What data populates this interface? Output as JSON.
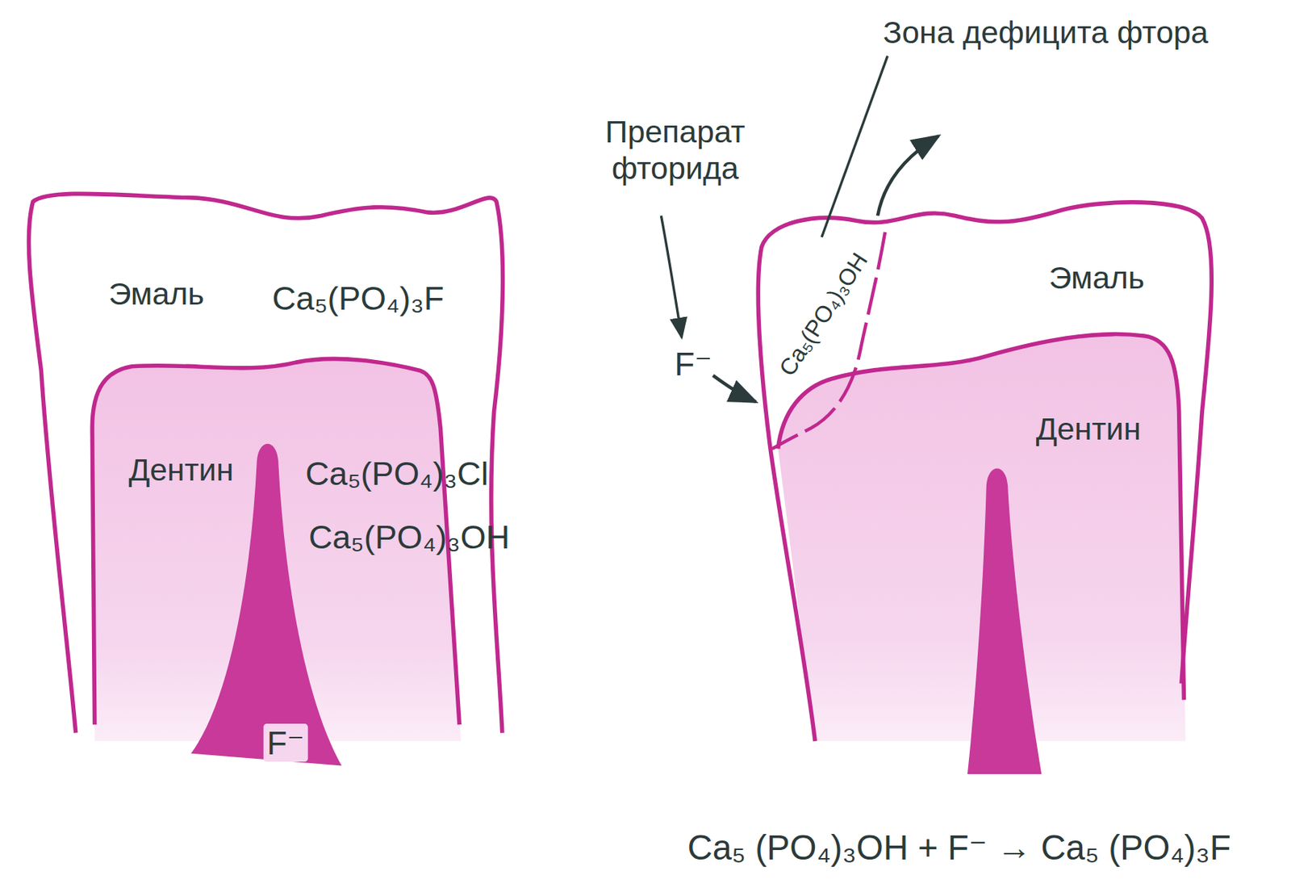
{
  "diagram": {
    "labels": [
      "Эмаль",
      "Ca₅(PO₄)₃F",
      "Дентин",
      "Ca₅(PO₄)₃Cl",
      "Ca₅(PO₄)₃OH",
      "F⁻",
      "Зона дефицита фтора",
      "Препарат фторида",
      "F⁻",
      "Ca₅(PO₄)₃OH",
      "Эмаль",
      "Дентин",
      "Ca₅ (PO₄)₃OH + F⁻ → Ca₅ (PO₄)₃F"
    ]
  }
}
